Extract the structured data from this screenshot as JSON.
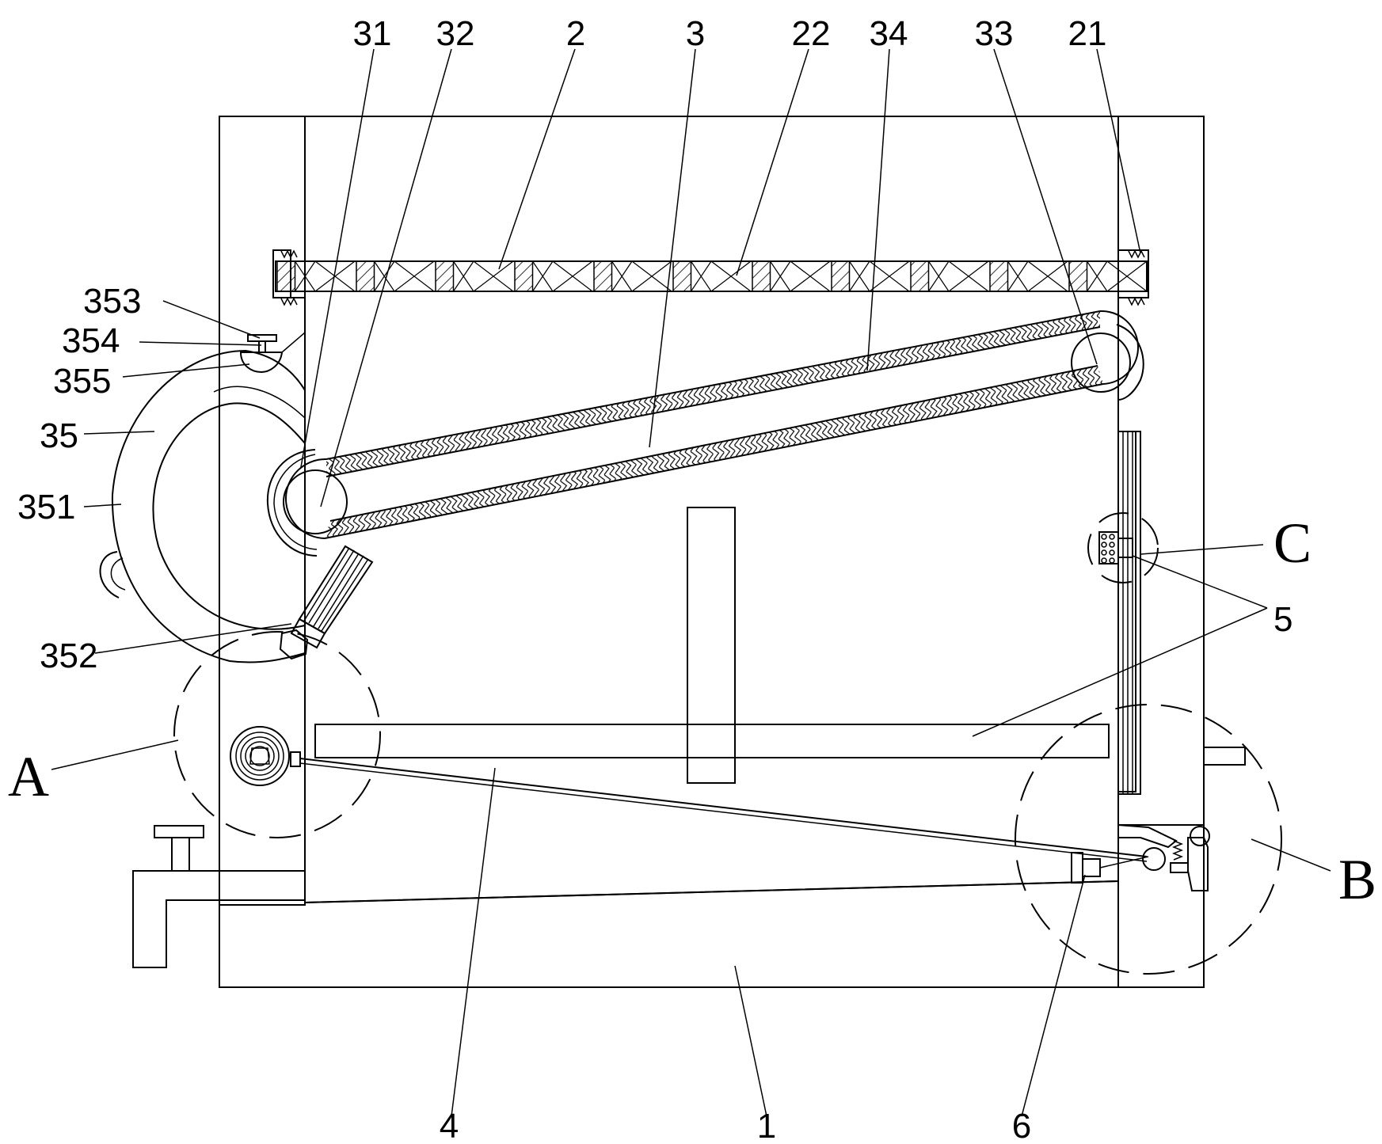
{
  "figure": {
    "labels": {
      "l31": "31",
      "l32": "32",
      "l2": "2",
      "l3": "3",
      "l22": "22",
      "l34": "34",
      "l33": "33",
      "l21": "21",
      "l353": "353",
      "l354": "354",
      "l355": "355",
      "l35": "35",
      "l351": "351",
      "l352": "352",
      "lA": "A",
      "lB": "B",
      "lC": "C",
      "l5": "5",
      "l4": "4",
      "l1": "1",
      "l6": "6"
    }
  }
}
